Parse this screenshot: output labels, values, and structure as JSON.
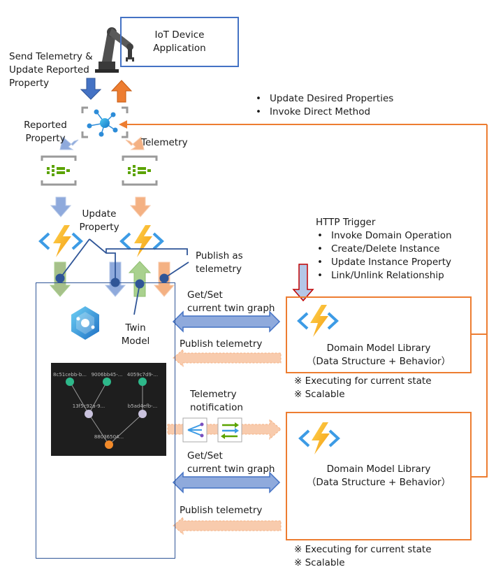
{
  "iot_device": {
    "line1": "IoT Device",
    "line2": "Application"
  },
  "send_telemetry": {
    "line1": "Send Telemetry  &",
    "line2": "Update Reported",
    "line3": "Property"
  },
  "desired_ops": [
    "Update Desired Properties",
    "Invoke Direct Method"
  ],
  "reported_property": {
    "line1": "Reported",
    "line2": "Property"
  },
  "telemetry_label": "Telemetry",
  "update_property": {
    "line1": "Update",
    "line2": "Property"
  },
  "publish_as_telemetry": {
    "line1": "Publish as",
    "line2": "telemetry"
  },
  "http_trigger": {
    "title": "HTTP Trigger",
    "items": [
      "Invoke Domain Operation",
      "Create/Delete Instance",
      "Update Instance Property",
      "Link/Unlink Relationship"
    ]
  },
  "twin_model": {
    "line1": "Twin",
    "line2": "Model"
  },
  "get_set_1": {
    "line1": "Get/Set",
    "line2": "current twin graph"
  },
  "publish_telemetry_1": "Publish telemetry",
  "domain_model_1": {
    "line1": "Domain Model Library",
    "line2": "（Data Structure + Behavior）"
  },
  "notes_1": [
    "※ Executing for current state",
    "※ Scalable"
  ],
  "telemetry_notification": {
    "line1": "Telemetry",
    "line2": "notification"
  },
  "get_set_2": {
    "line1": "Get/Set",
    "line2": "current twin graph"
  },
  "domain_model_2": {
    "line1": "Domain Model Library",
    "line2": "（Data Structure + Behavior）"
  },
  "publish_telemetry_2": "Publish telemetry",
  "notes_2": [
    "※ Executing for current state",
    "※ Scalable"
  ],
  "graph_nodes": [
    "8c51cebb-b...",
    "9006bb45-...",
    "4059c7d9-...",
    "13f5c92a-9...",
    "b5ad4efb-...",
    "88036504..."
  ],
  "colors": {
    "orange": "#ED7D31",
    "blue": "#4472C4",
    "dark_blue": "#2F5597",
    "peach": "#F4B183",
    "light_blue": "#8FAADC",
    "green": "#A9D18E",
    "lightning": "#FFC000",
    "graph_bg": "#1E1E1E"
  }
}
